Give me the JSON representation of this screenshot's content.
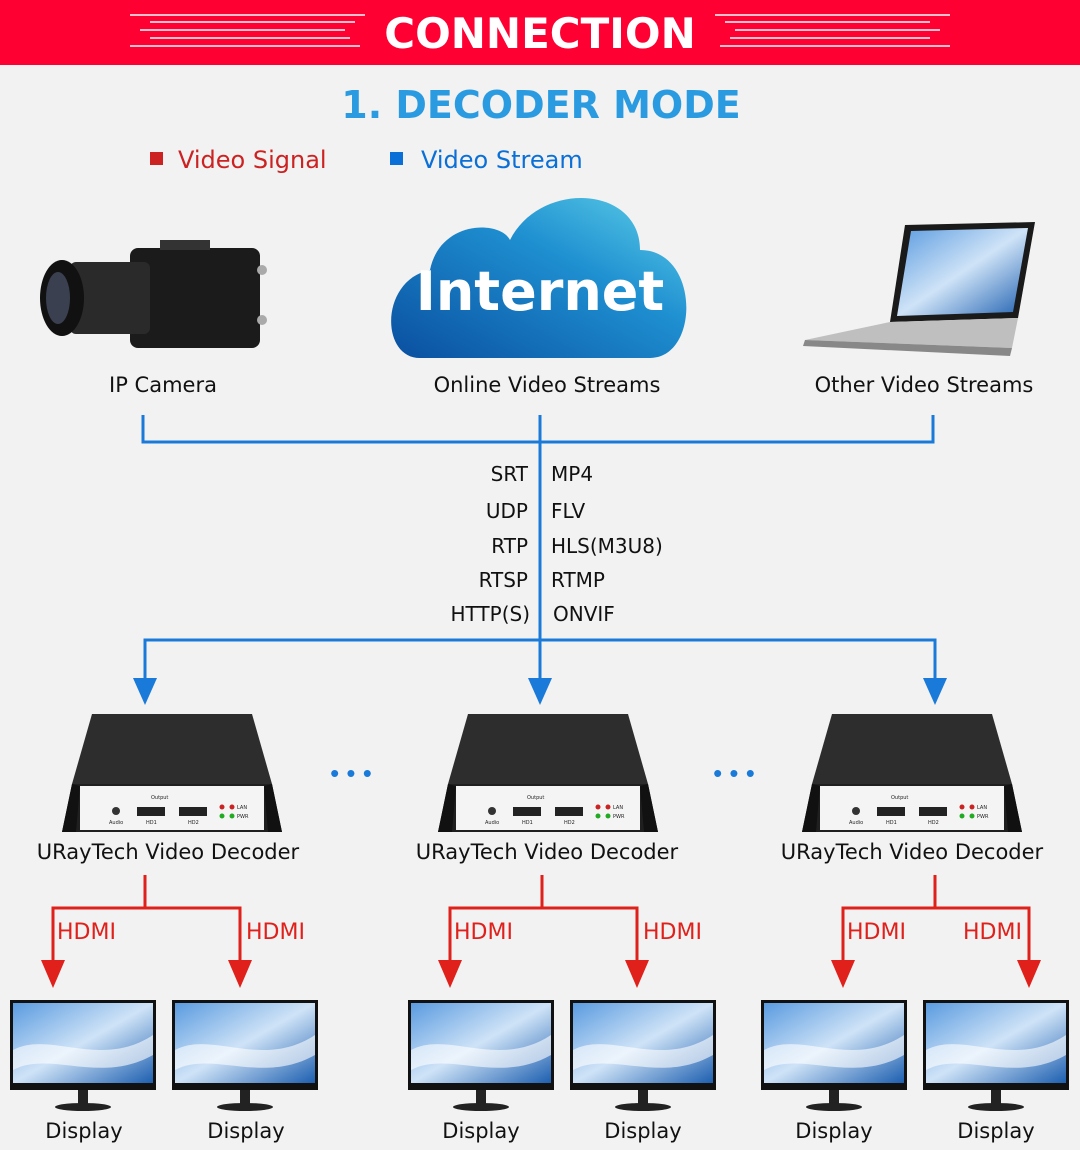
{
  "header": {
    "title": "CONNECTION",
    "color": "#ff0033"
  },
  "mode_title": "1. DECODER MODE",
  "legend": [
    {
      "label": "Video Signal",
      "color": "#cc2222"
    },
    {
      "label": "Video Stream",
      "color": "#0a6fd6"
    }
  ],
  "sources": [
    {
      "label": "IP Camera",
      "icon": "ip-camera-icon"
    },
    {
      "label": "Online Video Streams",
      "icon": "internet-cloud-icon",
      "cloud_text": "Internet"
    },
    {
      "label": "Other Video Streams",
      "icon": "laptop-icon"
    }
  ],
  "protocols_left": [
    "SRT",
    "UDP",
    "RTP",
    "RTSP",
    "HTTP(S)"
  ],
  "protocols_right": [
    "MP4",
    "FLV",
    "HLS(M3U8)",
    "RTMP",
    "ONVIF"
  ],
  "decoders": [
    {
      "label": "URayTech Video Decoder"
    },
    {
      "label": "URayTech Video Decoder"
    },
    {
      "label": "URayTech Video Decoder"
    }
  ],
  "ellipsis": "• • •",
  "device_panel": {
    "output": "Output",
    "audio": "Audio",
    "hd1": "HD1",
    "hd2": "HD2",
    "lan": "LAN",
    "pwr": "PWR"
  },
  "hdmi_label": "HDMI",
  "display_label": "Display"
}
